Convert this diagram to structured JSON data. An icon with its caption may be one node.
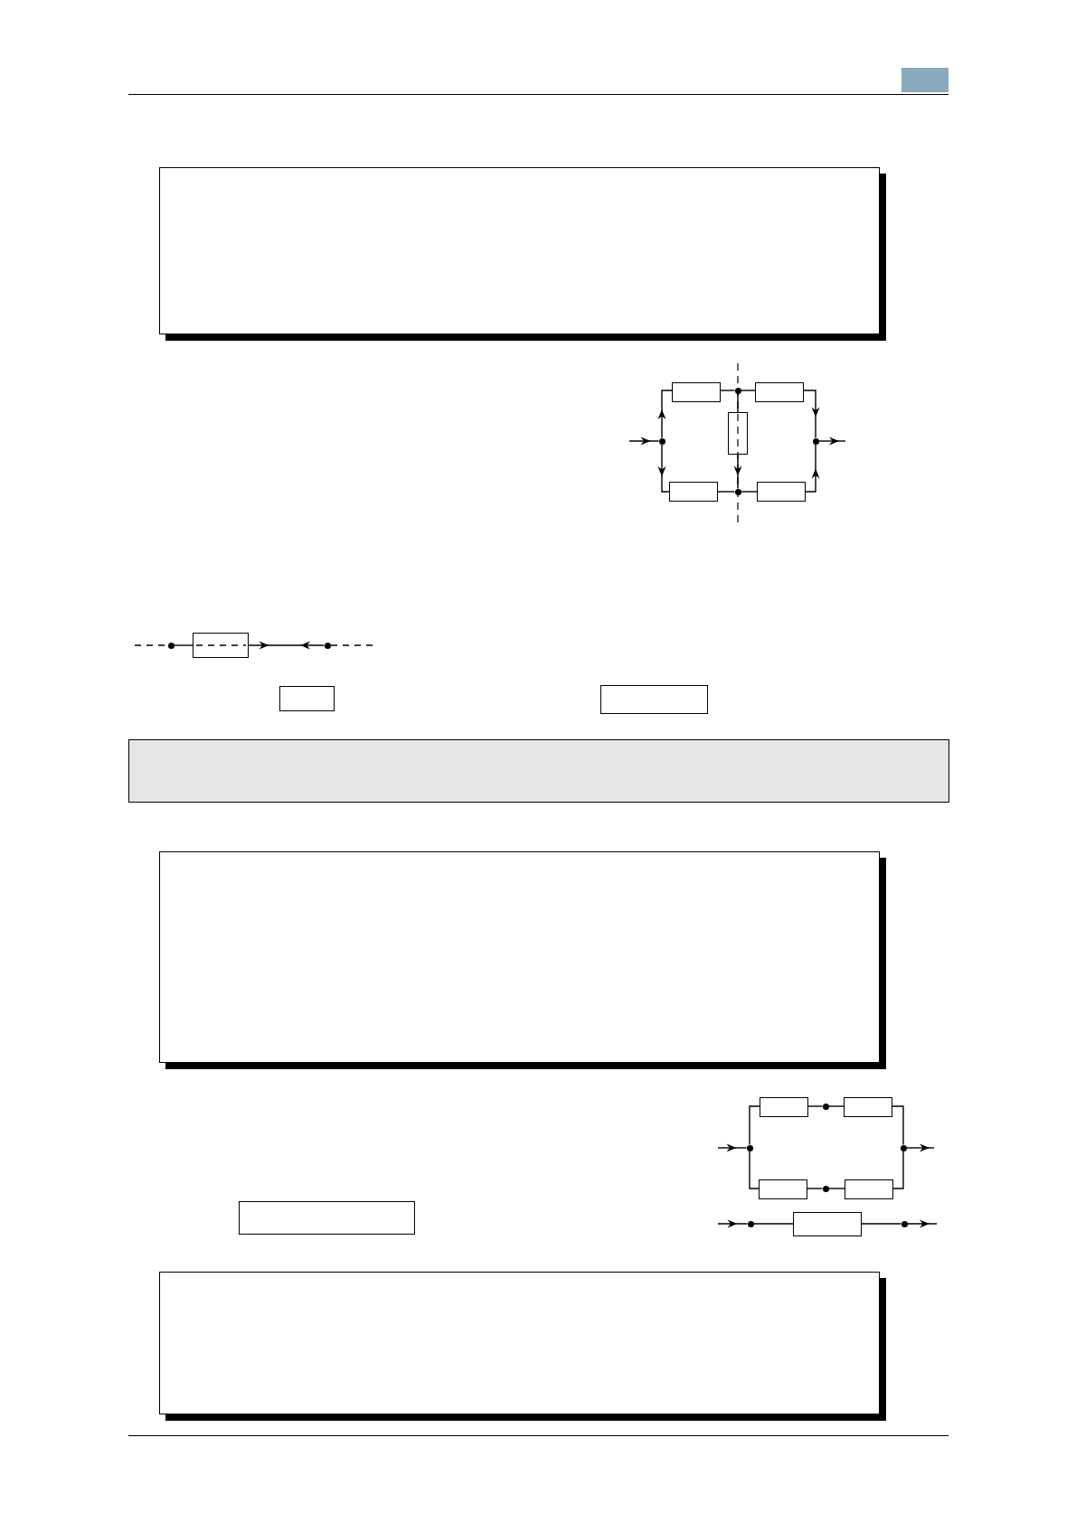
{
  "diagram": {
    "nodes": [
      {
        "text": [],
        "shape": "box"
      },
      {
        "text": [],
        "shape": "box"
      },
      {
        "text": [],
        "shape": "circle"
      },
      {
        "text": [],
        "shape": "box"
      },
      {
        "text": [],
        "shape": "circle"
      },
      {
        "text": [],
        "shape": "box"
      },
      {
        "text": [],
        "shape": "circle"
      },
      {
        "text": [],
        "shape": "box"
      },
      {
        "text": [],
        "shape": "circle"
      },
      {
        "text": [],
        "shape": "box"
      },
      {
        "text": [],
        "shape": "circle"
      },
      {
        "text": [],
        "shape": "box"
      },
      {
        "text": [],
        "shape": "circle"
      },
      {
        "text": [],
        "shape": "box"
      },
      {
        "text": [],
        "shape": "box"
      },
      {
        "text": [],
        "shape": "box"
      },
      {
        "text": [],
        "shape": "box"
      },
      {
        "text": [],
        "shape": "box"
      },
      {
        "text": [],
        "shape": "circle"
      },
      {
        "text": [],
        "shape": "box"
      },
      {
        "text": [],
        "shape": "circle"
      },
      {
        "text": [],
        "shape": "circle"
      },
      {
        "text": [],
        "shape": "box"
      },
      {
        "text": [],
        "shape": "circle"
      },
      {
        "text": [],
        "shape": "box"
      },
      {
        "text": [],
        "shape": "circle"
      },
      {
        "text": [],
        "shape": "box"
      },
      {
        "text": [],
        "shape": "circle"
      },
      {
        "text": [],
        "shape": "box"
      },
      {
        "text": [],
        "shape": "box"
      }
    ],
    "edges": [
      {
        "from": null,
        "to": 4,
        "arrow": "to"
      },
      {
        "from": 4,
        "to": 1,
        "arrow": "to"
      },
      {
        "from": 4,
        "to": 7,
        "arrow": "to"
      },
      {
        "from": 1,
        "to": 2,
        "arrow": "none"
      },
      {
        "from": 2,
        "to": 3,
        "arrow": "none"
      },
      {
        "from": 3,
        "to": 6,
        "arrow": "to"
      },
      {
        "from": 2,
        "to": 5,
        "arrow": "none"
      },
      {
        "from": 5,
        "to": 8,
        "arrow": "to"
      },
      {
        "from": 7,
        "to": 8,
        "arrow": "none"
      },
      {
        "from": 8,
        "to": 9,
        "arrow": "none"
      },
      {
        "from": 9,
        "to": 6,
        "arrow": "to"
      },
      {
        "from": 6,
        "to": null,
        "arrow": "to"
      },
      {
        "from": 10,
        "to": 11,
        "arrow": "none"
      },
      {
        "from": 11,
        "to": 12,
        "arrow": "both"
      },
      {
        "from": null,
        "to": 20,
        "arrow": "to"
      },
      {
        "from": 20,
        "to": 17,
        "arrow": "none"
      },
      {
        "from": 17,
        "to": 18,
        "arrow": "none"
      },
      {
        "from": 18,
        "to": 19,
        "arrow": "none"
      },
      {
        "from": 19,
        "to": 21,
        "arrow": "none"
      },
      {
        "from": 20,
        "to": 22,
        "arrow": "none"
      },
      {
        "from": 22,
        "to": 23,
        "arrow": "none"
      },
      {
        "from": 23,
        "to": 24,
        "arrow": "none"
      },
      {
        "from": 24,
        "to": 21,
        "arrow": "none"
      },
      {
        "from": 21,
        "to": null,
        "arrow": "to"
      },
      {
        "from": null,
        "to": 25,
        "arrow": "to"
      },
      {
        "from": 25,
        "to": 26,
        "arrow": "none"
      },
      {
        "from": 26,
        "to": 27,
        "arrow": "none"
      },
      {
        "from": 27,
        "to": null,
        "arrow": "to"
      }
    ]
  }
}
